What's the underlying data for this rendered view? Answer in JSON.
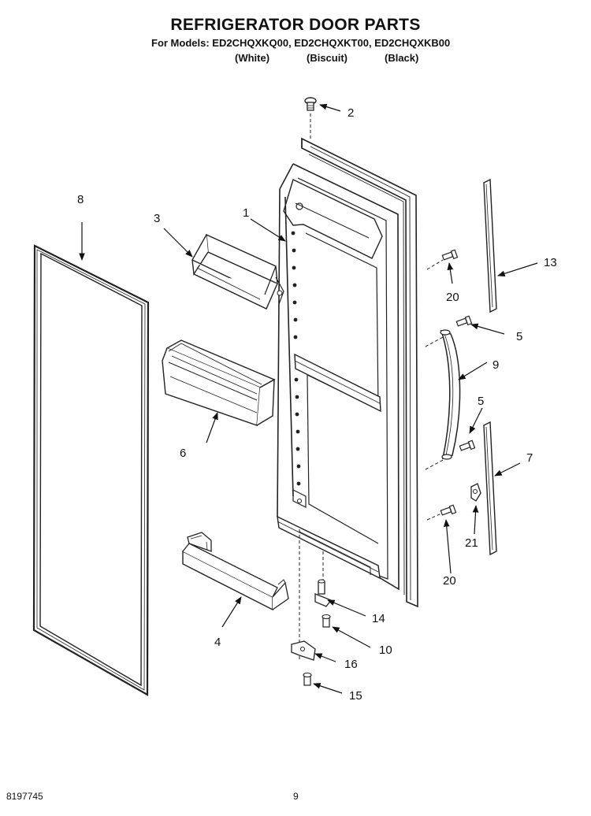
{
  "header": {
    "title": "REFRIGERATOR DOOR PARTS",
    "models_line": "For Models: ED2CHQXKQ00, ED2CHQXKT00, ED2CHQXKB00",
    "variants": [
      "(White)",
      "(Biscuit)",
      "(Black)"
    ]
  },
  "callouts": [
    {
      "id": "door",
      "label": "1"
    },
    {
      "id": "screw-top",
      "label": "2"
    },
    {
      "id": "dairy-door",
      "label": "3"
    },
    {
      "id": "bottom-bin",
      "label": "4"
    },
    {
      "id": "screw-upper-handle",
      "label": "5"
    },
    {
      "id": "screw-lower-handle",
      "label": "5"
    },
    {
      "id": "bin",
      "label": "6"
    },
    {
      "id": "trim-lower",
      "label": "7"
    },
    {
      "id": "gasket",
      "label": "8"
    },
    {
      "id": "handle",
      "label": "9"
    },
    {
      "id": "screw-10",
      "label": "10"
    },
    {
      "id": "trim-upper",
      "label": "13"
    },
    {
      "id": "hinge-pin",
      "label": "14"
    },
    {
      "id": "screw-15",
      "label": "15"
    },
    {
      "id": "hinge-bracket",
      "label": "16"
    },
    {
      "id": "screw-upper-trim",
      "label": "20"
    },
    {
      "id": "screw-lower-trim",
      "label": "20"
    },
    {
      "id": "clip",
      "label": "21"
    }
  ],
  "footer": {
    "doc_number": "8197745",
    "page_number": "9"
  }
}
